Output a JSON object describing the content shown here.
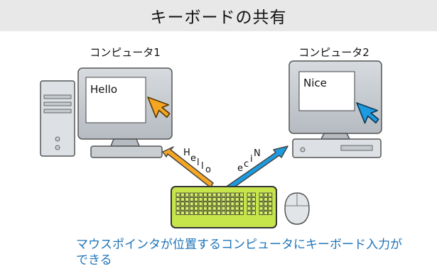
{
  "title": "キーボードの共有",
  "computer1": {
    "label": "コンピュータ1",
    "window_text": "Hello",
    "pointer_color": "#f5a623"
  },
  "computer2": {
    "label": "コンピュータ2",
    "window_text": "Nice",
    "pointer_color": "#1e9be0"
  },
  "arrow_left_text": "Hello",
  "arrow_right_text": "Nice",
  "keyboard_color": "#c6e54a",
  "caption": "マウスポインタが位置するコンピュータにキーボード入力ができる",
  "colors": {
    "header_bg": "#e8e8e8",
    "caption": "#1f74b8",
    "arrow_orange": "#f5a623",
    "arrow_blue": "#1e9be0",
    "computer_gray": "#c9ced3"
  }
}
